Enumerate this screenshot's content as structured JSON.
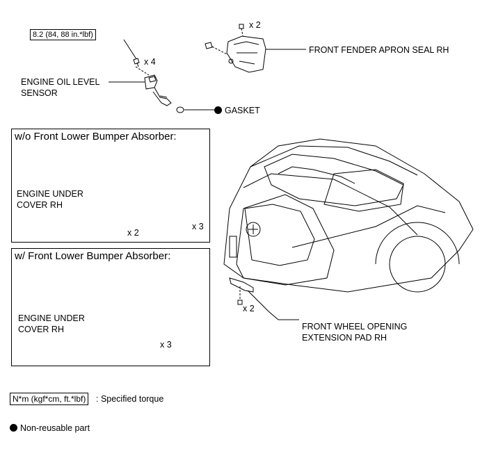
{
  "torque_spec": "8.2 (84, 88 in.*lbf)",
  "labels": {
    "x4": "x 4",
    "x2_top": "x 2",
    "engine_oil_level_sensor_line1": "ENGINE OIL LEVEL",
    "engine_oil_level_sensor_line2": "SENSOR",
    "front_fender_apron_seal": "FRONT FENDER APRON SEAL RH",
    "gasket": "GASKET",
    "front_wheel_pad_line1": "FRONT WHEEL OPENING",
    "front_wheel_pad_line2": "EXTENSION PAD RH",
    "pad_x2": "x 2"
  },
  "box1": {
    "title": "w/o Front Lower Bumper Absorber:",
    "part_line1": "ENGINE UNDER",
    "part_line2": "COVER RH",
    "count_a": "x 2",
    "count_b": "x 3"
  },
  "box2": {
    "title": "w/ Front Lower Bumper Absorber:",
    "part_line1": "ENGINE UNDER",
    "part_line2": "COVER RH",
    "count_a": "x 3"
  },
  "legend": {
    "torque_unit": "N*m (kgf*cm, ft.*lbf)",
    "torque_desc": ": Specified torque",
    "nonreusable": "Non-reusable part"
  }
}
